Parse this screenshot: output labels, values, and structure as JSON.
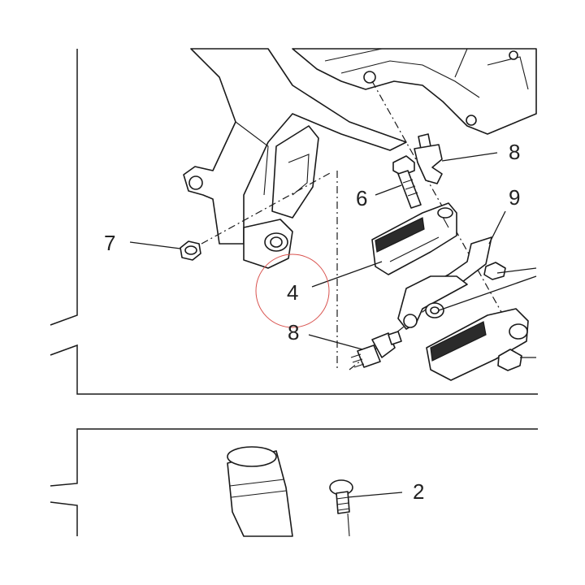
{
  "callouts": {
    "part_2": "2",
    "part_4": "4",
    "part_6": "6",
    "part_7": "7",
    "part_8_upper": "8",
    "part_8_lower": "8",
    "part_9": "9"
  },
  "colors": {
    "line": "#1a1a1a",
    "highlight_circle": "#d9534f",
    "background": "#ffffff"
  }
}
